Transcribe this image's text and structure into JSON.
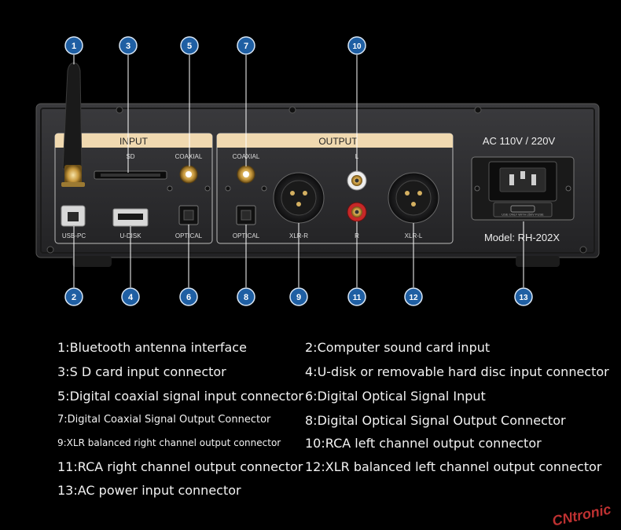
{
  "device": {
    "input_header": "INPUT",
    "output_header": "OUTPUT",
    "power_label": "AC 110V / 220V",
    "model_label": "Model: RH-202X",
    "port_labels": {
      "sd": "SD",
      "coaxial_in": "COAXIAL",
      "usb_pc": "USB-PC",
      "u_disk": "U-DISK",
      "optical_in": "OPTICAL",
      "coaxial_out": "COAXIAL",
      "optical_out": "OPTICAL",
      "xlr_r": "XLR-R",
      "rca_l": "L",
      "rca_r": "R",
      "xlr_l": "XLR-L"
    },
    "fuse_text": "USE ONLY WITH 250V FUSE"
  },
  "callouts": [
    "1",
    "2",
    "3",
    "4",
    "5",
    "6",
    "7",
    "8",
    "9",
    "10",
    "11",
    "12",
    "13"
  ],
  "legend": [
    "1:Bluetooth antenna interface",
    "2:Computer sound card input",
    "3:S D card input connector",
    "4:U-disk or removable hard disc input connector",
    "5:Digital coaxial signal input connector",
    "6:Digital Optical Signal Input",
    "7:Digital Coaxial Signal Output Connector",
    "8:Digital Optical Signal Output Connector",
    "9:XLR balanced right channel output connector",
    "10:RCA left channel output connector",
    "11:RCA right channel output connector",
    "12:XLR balanced left channel output connector",
    "13:AC power input connector"
  ],
  "watermark": "CNtronic",
  "colors": {
    "badge_fill": "#1f5fa3",
    "badge_stroke": "#d8e6f5",
    "panel_header": "#f0d9b0",
    "chassis": "#2c2c2e",
    "gold": "#c9a04a"
  }
}
